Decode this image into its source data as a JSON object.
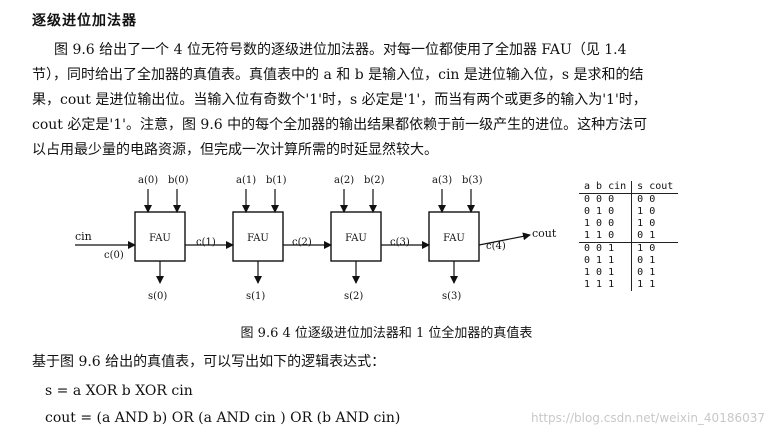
{
  "heading": "逐级进位加法器",
  "paragraph": [
    "图 9.6 给出了一个 4 位无符号数的逐级进位加法器。对每一位都使用了全加器 FAU（见 1.4",
    "节），同时给出了全加器的真值表。真值表中的 a 和 b 是输入位，cin 是进位输入位，s 是求和的结",
    "果，cout 是进位输出位。当输入位有奇数个'1'时，s 必定是'1'，而当有两个或更多的输入为'1'时，",
    "cout 必定是'1'。注意，图 9.6 中的每个全加器的输出结果都依赖于前一级产生的进位。这种方法可",
    "以占用最少量的电路资源，但完成一次计算所需的时延显然较大。"
  ],
  "diagram": {
    "input_label": "cin",
    "output_label": "cout",
    "stages": [
      {
        "block": "FAU",
        "a": "a(0)",
        "b": "b(0)",
        "cin": "c(0)",
        "cout": "c(1)",
        "s": "s(0)"
      },
      {
        "block": "FAU",
        "a": "a(1)",
        "b": "b(1)",
        "cout": "c(2)",
        "s": "s(1)"
      },
      {
        "block": "FAU",
        "a": "a(2)",
        "b": "b(2)",
        "cout": "c(3)",
        "s": "s(2)"
      },
      {
        "block": "FAU",
        "a": "a(3)",
        "b": "b(3)",
        "cout": "c(4)",
        "s": "s(3)"
      }
    ]
  },
  "truth_table": {
    "headers": [
      "a b  cin",
      "s  cout"
    ],
    "rows": [
      [
        "0 0   0",
        "0   0"
      ],
      [
        "0 1   0",
        "1   0"
      ],
      [
        "1 0   0",
        "1   0"
      ],
      [
        "1 1   0",
        "0   1"
      ],
      [
        "0 0   1",
        "1   0"
      ],
      [
        "0 1   1",
        "0   1"
      ],
      [
        "1 0   1",
        "0   1"
      ],
      [
        "1 1   1",
        "1   1"
      ]
    ]
  },
  "caption": "图 9.6    4 位逐级进位加法器和 1 位全加器的真值表",
  "formula_intro": "基于图 9.6 给出的真值表，可以写出如下的逻辑表达式：",
  "formulas": [
    "s = a XOR b XOR cin",
    "cout = (a AND b) OR (a AND cin ) OR (b AND cin)"
  ],
  "watermark": "https://blog.csdn.net/weixin_40186037"
}
